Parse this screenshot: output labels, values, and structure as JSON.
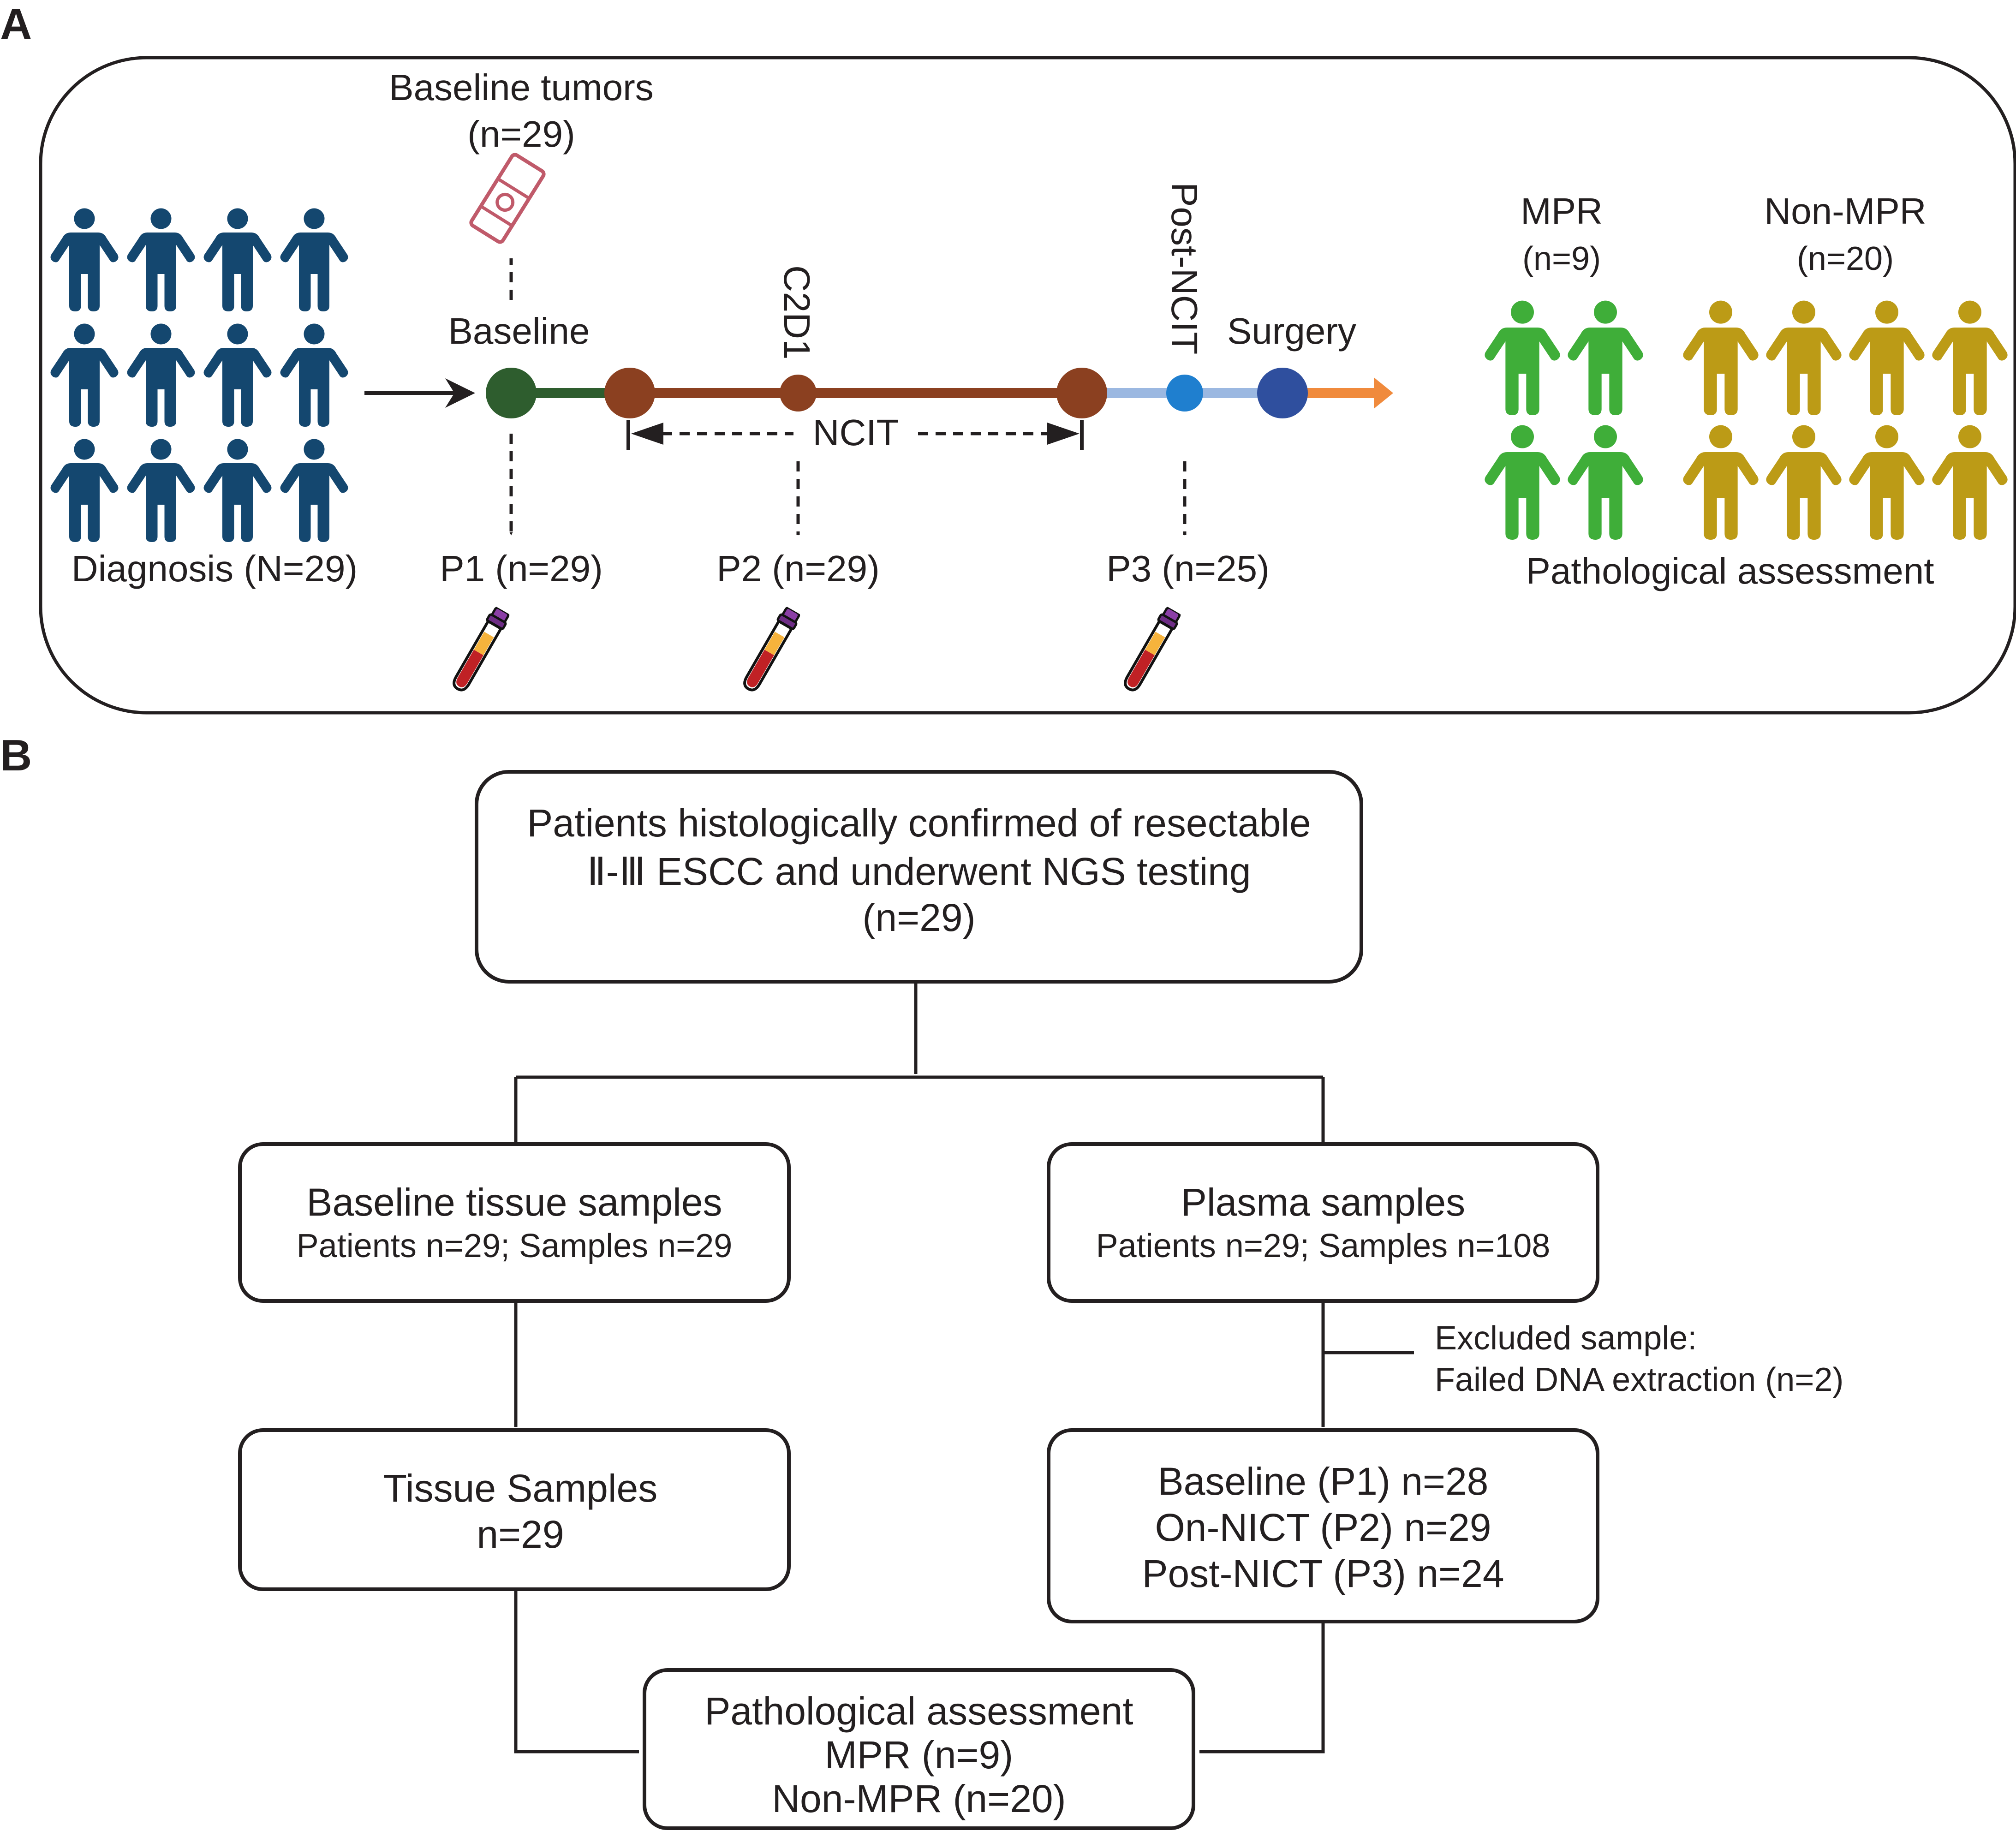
{
  "panel_a": {
    "letter": "A",
    "diagnosis": "Diagnosis (N=29)",
    "baseline_tumors_title": "Baseline tumors",
    "baseline_tumors_count": "(n=29)",
    "timeline": {
      "baseline": "Baseline",
      "c2d1": "C2D1",
      "post_ncit": "Post-NCIT",
      "surgery": "Surgery",
      "ncit": "NCIT"
    },
    "samples": {
      "p1": "P1 (n=29)",
      "p2": "P2 (n=29)",
      "p3": "P3 (n=25)"
    },
    "mpr_title": "MPR",
    "mpr_count": "(n=9)",
    "non_mpr_title": "Non-MPR",
    "non_mpr_count": "(n=20)",
    "pathological_assessment": "Pathological assessment",
    "colors": {
      "people_diagnosis": "#14476f",
      "people_mpr": "#3fae39",
      "people_non_mpr": "#bc9b16",
      "baseline_node": "#2e5d2e",
      "ncit_segment": "#8b4020",
      "post_segment": "#9bb8e1",
      "post_ncit_node": "#1f7fcf",
      "surgery_node": "#2f4f9e",
      "arrow_orange": "#f08a3c",
      "tumor_slide": "#c05a6a"
    }
  },
  "panel_b": {
    "letter": "B",
    "top_box": {
      "line1": "Patients histologically confirmed of resectable",
      "line2": "Ⅱ-Ⅲ  ESCC and underwent NGS testing",
      "line3": "(n=29)"
    },
    "tissue_box": {
      "line1": "Baseline tissue samples",
      "line2": "Patients n=29; Samples n=29"
    },
    "plasma_box": {
      "line1": "Plasma samples",
      "line2": "Patients n=29; Samples n=108"
    },
    "excluded": {
      "line1": "Excluded sample:",
      "line2": "Failed DNA extraction (n=2)"
    },
    "tissue_samples_box": {
      "line1": "Tissue Samples",
      "line2": "n=29"
    },
    "plasma_detail_box": {
      "line1": "Baseline (P1) n=28",
      "line2": "On-NICT (P2) n=29",
      "line3": "Post-NICT (P3) n=24"
    },
    "final_box": {
      "line1": "Pathological assessment",
      "line2": "MPR (n=9)",
      "line3": "Non-MPR (n=20)"
    }
  }
}
